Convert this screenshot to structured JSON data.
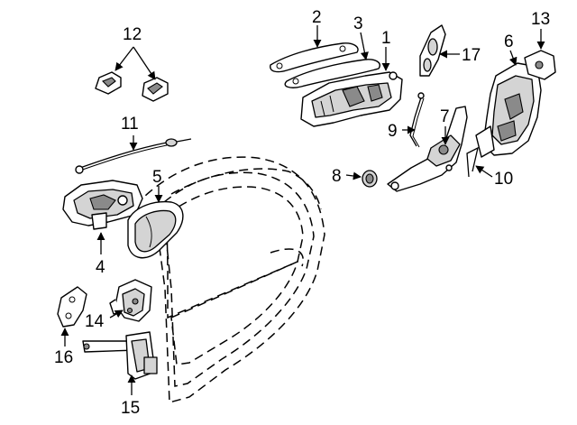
{
  "callouts": [
    {
      "id": "1",
      "text": "1"
    },
    {
      "id": "2",
      "text": "2"
    },
    {
      "id": "3",
      "text": "3"
    },
    {
      "id": "4",
      "text": "4"
    },
    {
      "id": "5",
      "text": "5"
    },
    {
      "id": "6",
      "text": "6"
    },
    {
      "id": "7",
      "text": "7"
    },
    {
      "id": "8",
      "text": "8"
    },
    {
      "id": "9",
      "text": "9"
    },
    {
      "id": "10",
      "text": "10"
    },
    {
      "id": "11",
      "text": "11"
    },
    {
      "id": "12",
      "text": "12"
    },
    {
      "id": "13",
      "text": "13"
    },
    {
      "id": "14",
      "text": "14"
    },
    {
      "id": "15",
      "text": "15"
    },
    {
      "id": "16",
      "text": "16"
    },
    {
      "id": "17",
      "text": "17"
    }
  ]
}
